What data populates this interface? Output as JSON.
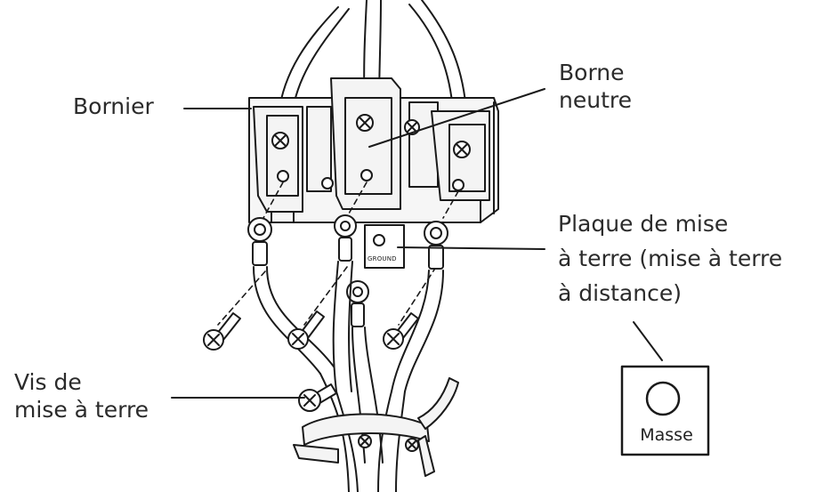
{
  "labels": {
    "bornier": "Bornier",
    "borne_neutre": [
      "Borne",
      "neutre"
    ],
    "plaque": [
      "Plaque de mise",
      "à terre (mise à terre",
      "à distance)"
    ],
    "vis": [
      "Vis de",
      "mise à terre"
    ]
  },
  "plate_text": "GROUND",
  "inset_text": "Masse",
  "colors": {
    "line": "#1a1a1a",
    "text": "#2b2b2b",
    "fill": "#f2f2f2"
  }
}
